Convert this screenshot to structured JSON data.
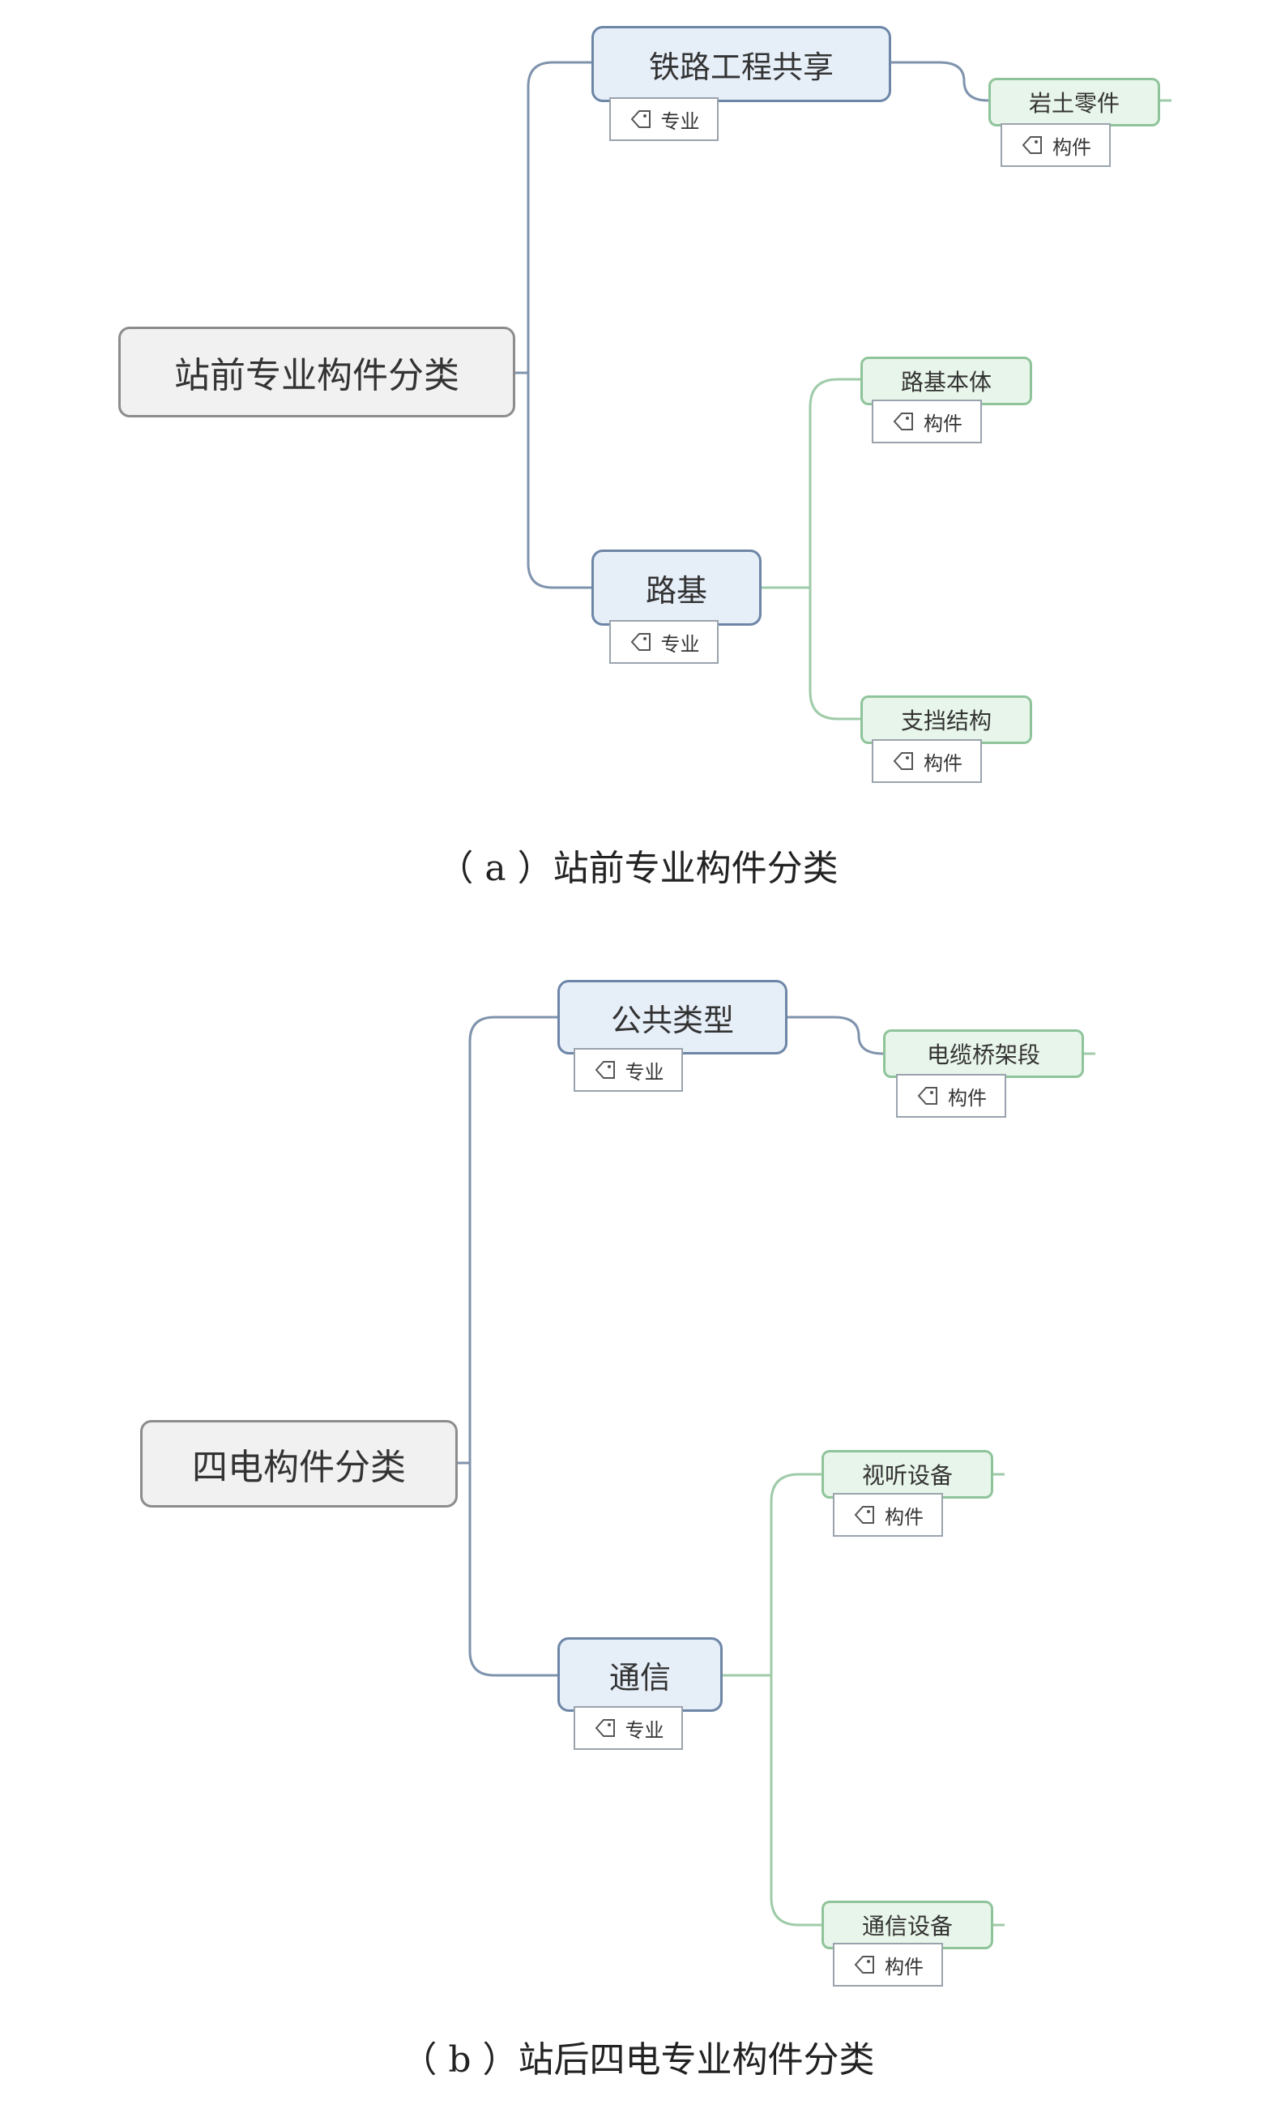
{
  "diagrams": [
    {
      "caption_prefix": "（ a ）",
      "caption": "站前专业构件分类",
      "root": "站前专业构件分类",
      "categories": [
        {
          "label": "铁路工程共享",
          "tag": "专业",
          "children": [
            {
              "label": "岩土零件",
              "tag": "构件"
            }
          ]
        },
        {
          "label": "路基",
          "tag": "专业",
          "children": [
            {
              "label": "路基本体",
              "tag": "构件"
            },
            {
              "label": "支挡结构",
              "tag": "构件"
            }
          ]
        }
      ]
    },
    {
      "caption_prefix": "（ b ）",
      "caption": "站后四电专业构件分类",
      "root": "四电构件分类",
      "categories": [
        {
          "label": "公共类型",
          "tag": "专业",
          "children": [
            {
              "label": "电缆桥架段",
              "tag": "构件"
            }
          ]
        },
        {
          "label": "通信",
          "tag": "专业",
          "children": [
            {
              "label": "视听设备",
              "tag": "构件"
            },
            {
              "label": "通信设备",
              "tag": "构件"
            }
          ]
        }
      ]
    }
  ],
  "colors": {
    "root_border": "#8c8c8c",
    "category_fill": "#e6eef8",
    "category_border": "#6d86a7",
    "leaf_fill": "#e8f5ea",
    "leaf_border": "#8fc49a",
    "category_line": "#7f93ad",
    "leaf_line": "#9fcba8"
  },
  "icons": {
    "tag": "tag-icon"
  }
}
